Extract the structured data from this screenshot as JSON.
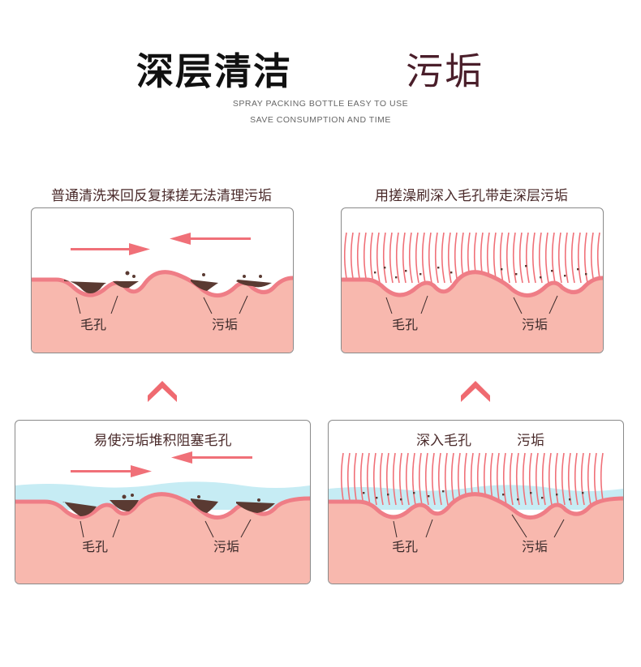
{
  "header": {
    "title_left": "深层清洁",
    "title_right": "污垢",
    "subtitle_line1": "SPRAY PACKING BOTTLE EASY TO USE",
    "subtitle_line2": "SAVE CONSUMPTION AND TIME"
  },
  "panels": {
    "top_left": {
      "caption": "普通清洗来回反复揉搓无法清理污垢",
      "label_pore": "毛孔",
      "label_dirt": "污垢"
    },
    "top_right": {
      "caption": "用搓澡刷深入毛孔带走深层污垢",
      "label_pore": "毛孔",
      "label_dirt": "污垢"
    },
    "bottom_left": {
      "caption": "易使污垢堆积阻塞毛孔",
      "label_pore": "毛孔",
      "label_dirt": "污垢"
    },
    "bottom_right": {
      "caption_pore": "深入毛孔",
      "caption_dirt": "污垢",
      "label_pore": "毛孔",
      "label_dirt": "污垢"
    }
  },
  "colors": {
    "skin": "#f8b8ae",
    "skin_edge": "#ef7d86",
    "arrow": "#f07078",
    "dirt": "#5a3a32",
    "water": "#c6ecf4",
    "chevron": "#ef6a70"
  },
  "icons": [
    "arrow-right-icon",
    "arrow-left-icon",
    "chevron-up-icon"
  ]
}
